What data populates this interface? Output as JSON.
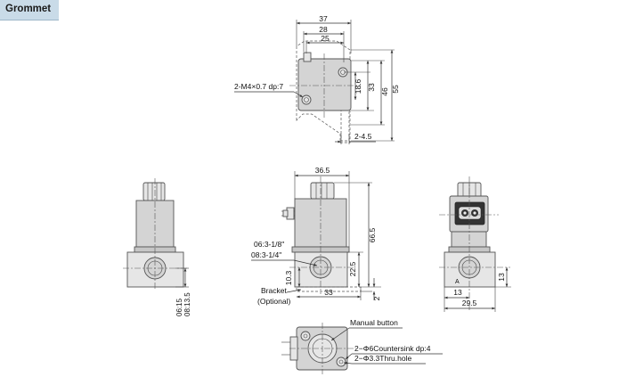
{
  "header": {
    "tab_label": "Grommet"
  },
  "top_view": {
    "dim_37": "37",
    "dim_28": "28",
    "dim_25": "25",
    "dim_55": "55",
    "dim_46": "46",
    "dim_33": "33",
    "dim_18_6": "18.6",
    "callout_m4": "2-M4×0.7 dp:7",
    "dim_2_4_5": "2-4.5"
  },
  "left_view": {
    "dim_06_15": "06:15",
    "dim_08_13_5": "08:13.5"
  },
  "front_view": {
    "dim_36_5": "36.5",
    "dim_66_5": "66.5",
    "dim_22_5": "22.5",
    "dim_10_3": "10.3",
    "dim_33": "33",
    "dim_2": "2",
    "port_06": "06:3-1/8\"",
    "port_08": "08:3-1/4\"",
    "bracket": "Bracket",
    "optional": "(Optional)"
  },
  "right_view": {
    "port_a": "A",
    "dim_13_h": "13",
    "dim_13_v": "13",
    "dim_29_5": "29.5"
  },
  "bottom_view": {
    "manual_button": "Manual button",
    "countersink": "2−Φ6Countersink dp:4",
    "thru_hole": "2−Φ3.3Thru.hole"
  }
}
